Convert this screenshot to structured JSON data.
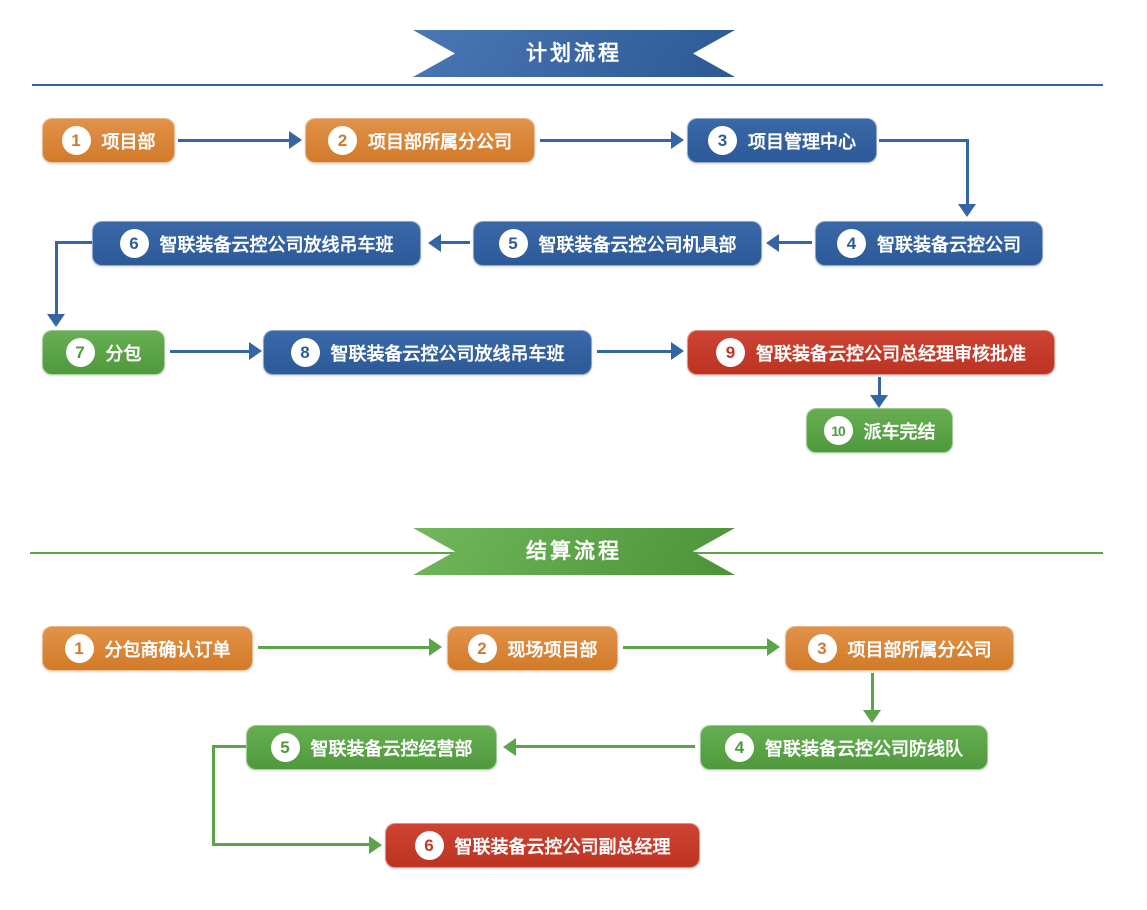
{
  "plan": {
    "banner_title": "计划流程",
    "nodes": [
      {
        "num": "1",
        "label": "项目部",
        "color": "orange"
      },
      {
        "num": "2",
        "label": "项目部所属分公司",
        "color": "orange"
      },
      {
        "num": "3",
        "label": "项目管理中心",
        "color": "blue"
      },
      {
        "num": "4",
        "label": "智联装备云控公司",
        "color": "blue"
      },
      {
        "num": "5",
        "label": "智联装备云控公司机具部",
        "color": "blue"
      },
      {
        "num": "6",
        "label": "智联装备云控公司放线吊车班",
        "color": "blue"
      },
      {
        "num": "7",
        "label": "分包",
        "color": "green"
      },
      {
        "num": "8",
        "label": "智联装备云控公司放线吊车班",
        "color": "blue"
      },
      {
        "num": "9",
        "label": "智联装备云控公司总经理审核批准",
        "color": "red"
      },
      {
        "num": "10",
        "label": "派车完结",
        "color": "green"
      }
    ],
    "edges": [
      "1→2",
      "2→3",
      "3→4",
      "4→5",
      "5→6",
      "6→7",
      "7→8",
      "8→9",
      "9→10"
    ]
  },
  "settle": {
    "banner_title": "结算流程",
    "nodes": [
      {
        "num": "1",
        "label": "分包商确认订单",
        "color": "orange"
      },
      {
        "num": "2",
        "label": "现场项目部",
        "color": "orange"
      },
      {
        "num": "3",
        "label": "项目部所属分公司",
        "color": "orange"
      },
      {
        "num": "4",
        "label": "智联装备云控公司防线队",
        "color": "green"
      },
      {
        "num": "5",
        "label": "智联装备云控经营部",
        "color": "green"
      },
      {
        "num": "6",
        "label": "智联装备云控公司副总经理",
        "color": "red"
      }
    ],
    "edges": [
      "1→2",
      "2→3",
      "3→4",
      "4→5",
      "5→6"
    ]
  },
  "colors": {
    "plan_theme": "#3465a4",
    "settle_theme": "#5ca44a",
    "node_orange": "#d6812f",
    "node_blue": "#31609e",
    "node_green": "#58a245",
    "node_red": "#c43a2b"
  }
}
